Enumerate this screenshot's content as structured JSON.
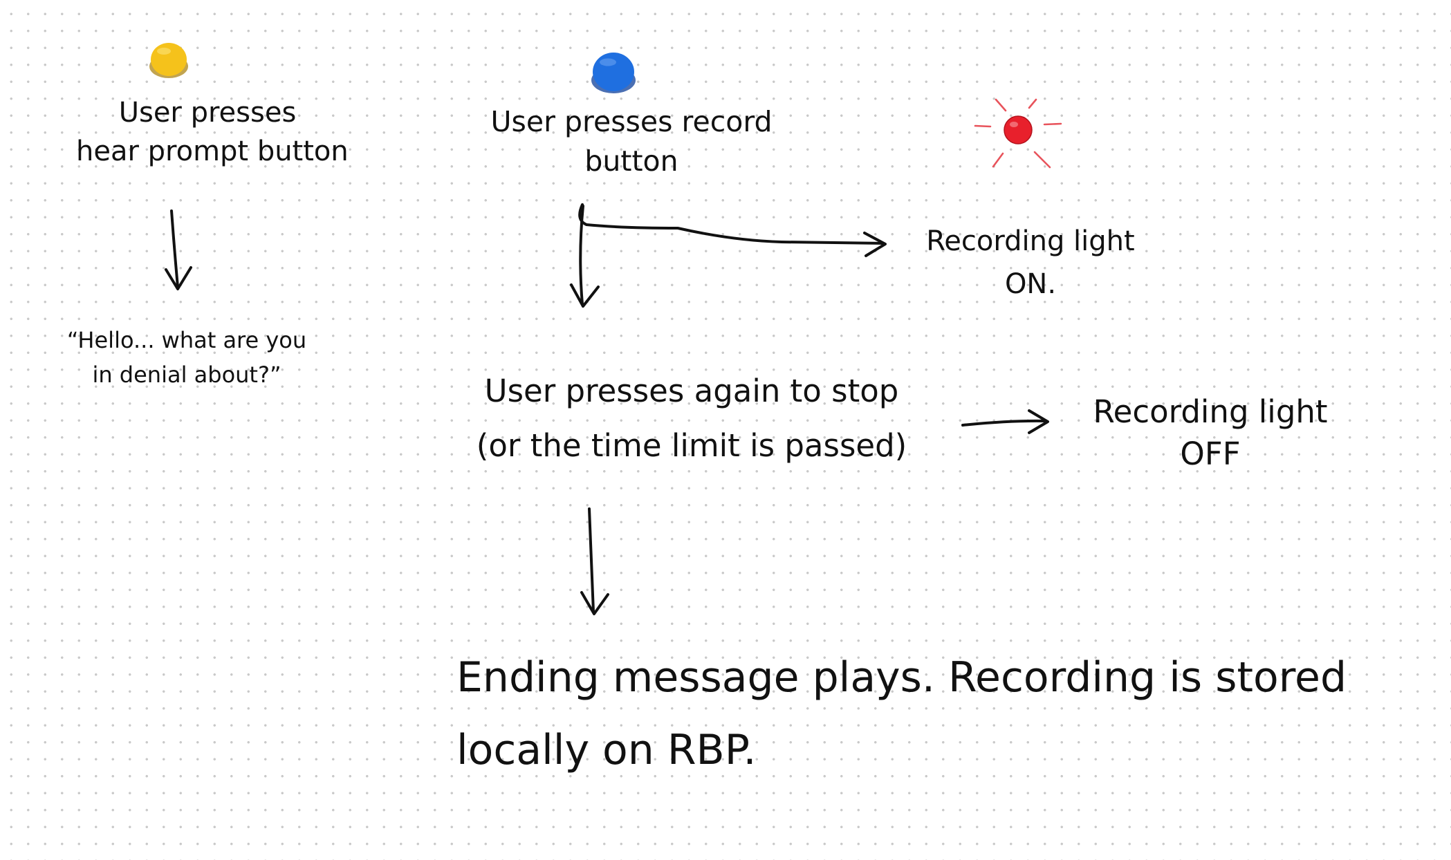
{
  "colors": {
    "ink": "#111111",
    "hear_prompt_button": "#f5c21b",
    "record_button": "#1f6fe0",
    "recording_light": "#e8202c",
    "dot_grid": "#c9c9c9"
  },
  "icons": {
    "hear_prompt_button": "yellow-button-icon",
    "record_button": "blue-button-icon",
    "recording_light": "red-light-icon"
  },
  "notes": {
    "hear_prompt": "User presses\nhear prompt button",
    "prompt_audio": "“Hello... what are you\nin denial about?”",
    "record": "User presses record\nbutton",
    "light_on": "Recording light\nON.",
    "stop": "User presses again to stop\n(or the time limit is passed)",
    "light_off": "Recording light\nOFF",
    "ending": "Ending message plays. Recording is stored\nlocally on RBP."
  }
}
